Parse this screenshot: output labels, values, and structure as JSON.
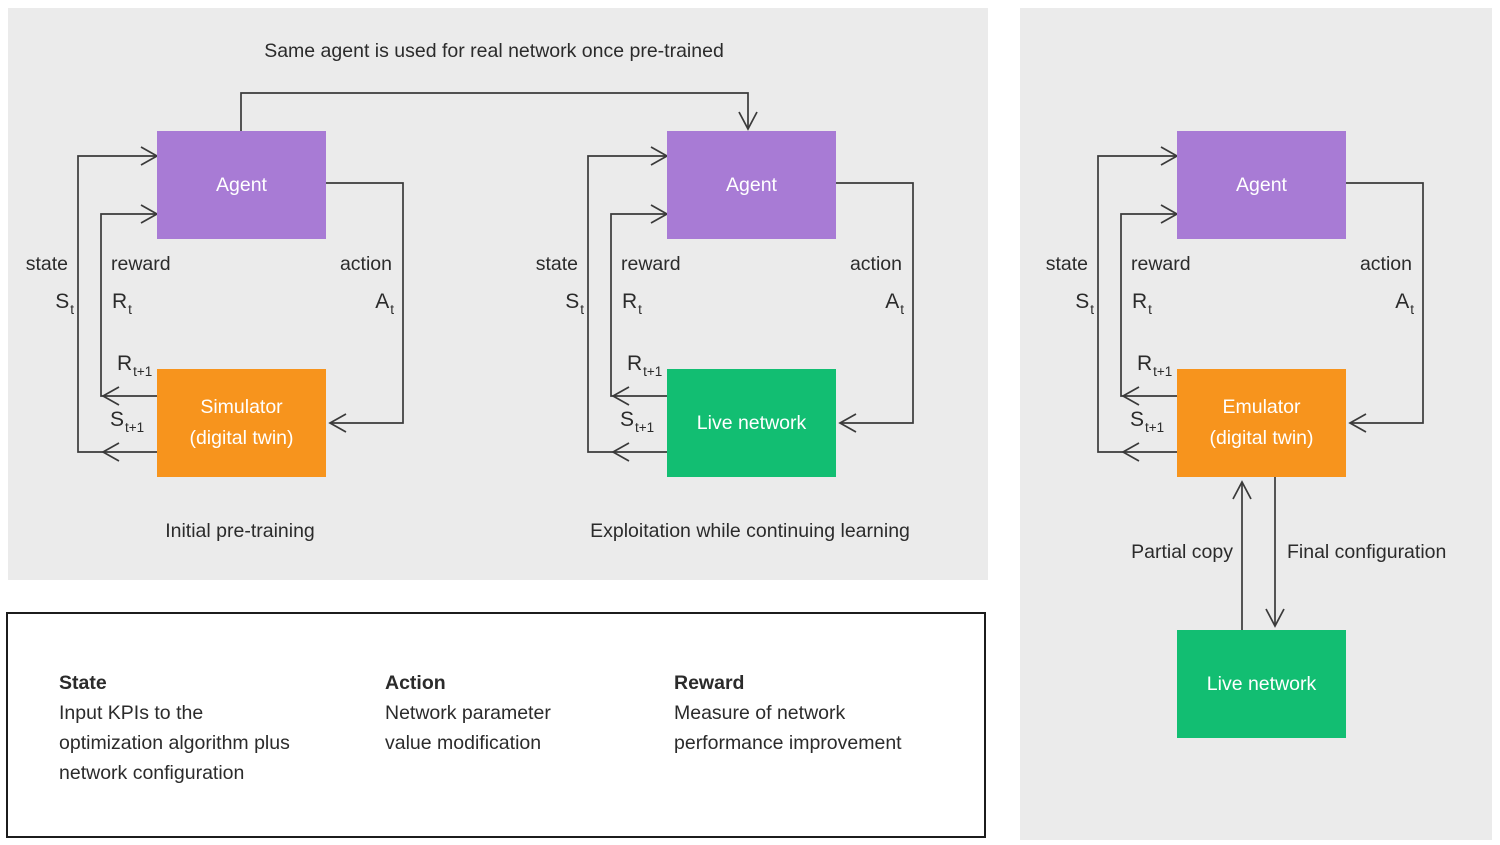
{
  "top_note": "Same agent is used for real network once pre-trained",
  "labels": {
    "state": "state",
    "reward": "reward",
    "action": "action",
    "S": "S",
    "R": "R",
    "A": "A",
    "t": "t",
    "t_plus_1": "t+1"
  },
  "diagrams": [
    {
      "agent": "Agent",
      "env": [
        "Simulator",
        "(digital twin)"
      ],
      "caption": "Initial pre-training"
    },
    {
      "agent": "Agent",
      "env": [
        "Live network"
      ],
      "caption": "Exploitation while continuing learning"
    },
    {
      "agent": "Agent",
      "env": [
        "Emulator",
        "(digital twin)"
      ],
      "caption": ""
    }
  ],
  "right_panel": {
    "partial_copy": "Partial copy",
    "final_configuration": "Final configuration",
    "live_network": "Live network"
  },
  "legend": {
    "columns": [
      {
        "title": "State",
        "lines": [
          "Input KPIs to the",
          "optimization algorithm plus",
          "network configuration"
        ]
      },
      {
        "title": "Action",
        "lines": [
          "Network parameter",
          "value modification"
        ]
      },
      {
        "title": "Reward",
        "lines": [
          "Measure of network",
          "performance improvement"
        ]
      }
    ]
  },
  "colors": {
    "agent": "#a87bd5",
    "simulator_emulator": "#f7941d",
    "live_network": "#12be72",
    "panel_background": "#ebebeb",
    "connector": "#3a3a3a"
  }
}
